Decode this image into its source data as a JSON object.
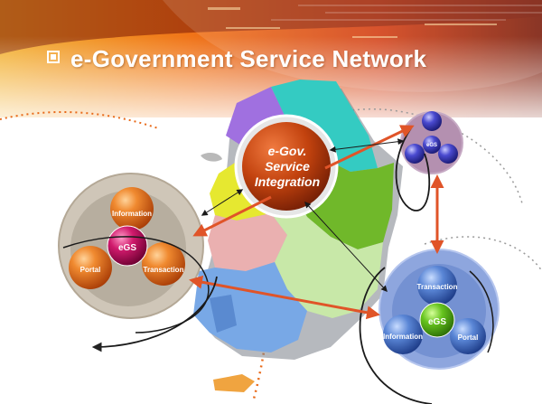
{
  "slide": {
    "title": "e-Government Service Network"
  },
  "hub": {
    "lines": [
      "e-Gov.",
      "Service",
      "Integration"
    ]
  },
  "clusters": {
    "left": {
      "center": "eGS",
      "nodes": [
        "Information",
        "Portal",
        "Transaction"
      ]
    },
    "bottom": {
      "center": "eGS",
      "nodes": [
        "Transaction",
        "Information",
        "Portal"
      ]
    },
    "top": {
      "center": "eGS"
    }
  },
  "colors": {
    "hub": "#b8380c",
    "orange_node": "#d86010",
    "blue_node": "#3a6ac8",
    "egs_magenta": "#c01060",
    "egs_green": "#58b418",
    "connector": "#e05428"
  }
}
